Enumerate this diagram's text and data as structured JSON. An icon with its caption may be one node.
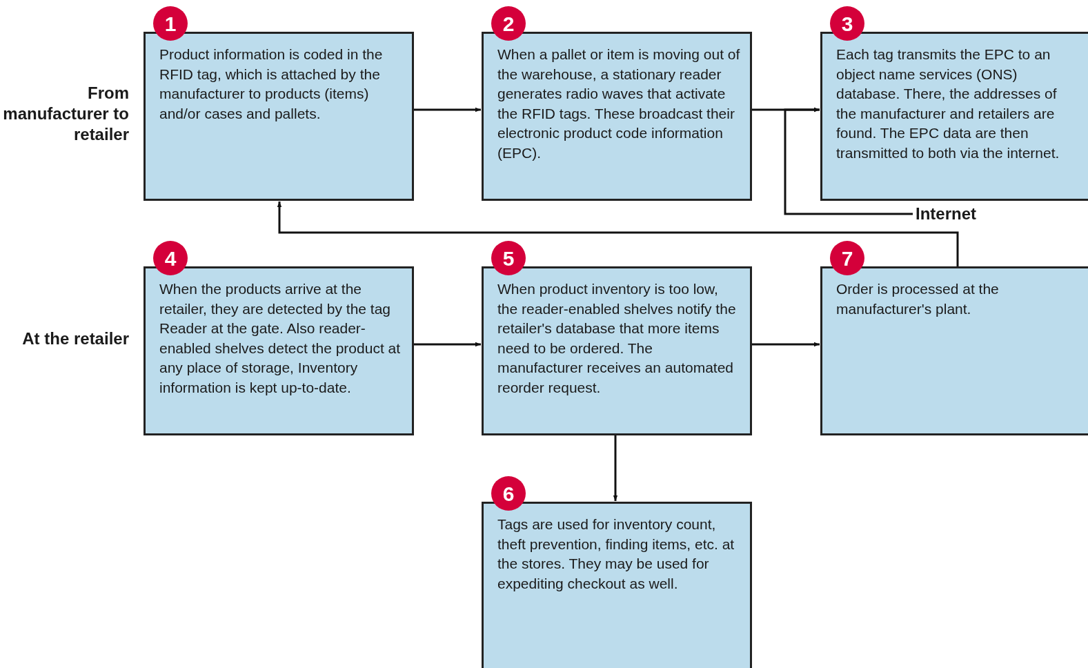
{
  "diagram": {
    "nodes": [
      {
        "text": [
          "1",
          "Product information is coded in the RFID tag, which is attached by the manufacturer to products (items) and/or cases and pallets."
        ]
      },
      {
        "text": [
          "2",
          "When a pallet or item is moving out of the warehouse, a stationary reader generates radio waves that activate the RFID tags. These broadcast their electronic product code information (EPC)."
        ]
      },
      {
        "text": [
          "3",
          "Each tag transmits the EPC to an object name services (ONS) database. There, the addresses of the manufacturer and retailers are found. The EPC data are then transmitted to both via the internet."
        ]
      },
      {
        "text": [
          "Internet"
        ]
      },
      {
        "text": [
          "4",
          "When the products arrive at the retailer, they are detected by the tag Reader at the gate. Also reader-enabled shelves detect the product at any place of storage, Inventory information is kept up-to-date."
        ]
      },
      {
        "text": [
          "5",
          "When product inventory is too low, the reader-enabled shelves notify the retailer's database that more items need to be ordered. The manufacturer receives an automated reorder request."
        ]
      },
      {
        "text": [
          "7",
          "Order is processed at the manufacturer's plant."
        ]
      },
      {
        "text": [
          "6",
          "Tags are used for inventory count, theft prevention, finding items, etc. at the stores. They may be used for expediting checkout as well."
        ]
      }
    ],
    "edges": [
      {
        "from": 0,
        "to": 1,
        "arrow": "to"
      },
      {
        "from": 1,
        "to": 2,
        "arrow": "to"
      },
      {
        "from": 3,
        "to": 2,
        "arrow": "to"
      },
      {
        "from": 4,
        "to": 5,
        "arrow": "to"
      },
      {
        "from": 5,
        "to": 6,
        "arrow": "to"
      },
      {
        "from": 5,
        "to": 7,
        "arrow": "to"
      },
      {
        "from": 6,
        "to": 0,
        "arrow": "to"
      }
    ],
    "labels": [
      "From manufacturer to retailer",
      "At the retailer"
    ]
  }
}
